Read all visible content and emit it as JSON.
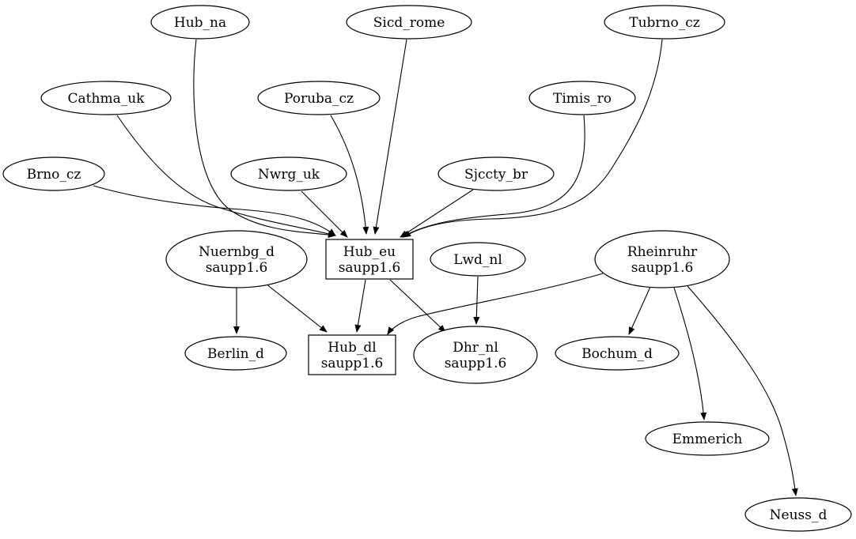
{
  "graph": {
    "nodes": [
      {
        "id": "hub_na",
        "shape": "ellipse",
        "lines": [
          "Hub_na"
        ]
      },
      {
        "id": "sicd_rome",
        "shape": "ellipse",
        "lines": [
          "Sicd_rome"
        ]
      },
      {
        "id": "tubrno_cz",
        "shape": "ellipse",
        "lines": [
          "Tubrno_cz"
        ]
      },
      {
        "id": "cathma_uk",
        "shape": "ellipse",
        "lines": [
          "Cathma_uk"
        ]
      },
      {
        "id": "poruba_cz",
        "shape": "ellipse",
        "lines": [
          "Poruba_cz"
        ]
      },
      {
        "id": "timis_ro",
        "shape": "ellipse",
        "lines": [
          "Timis_ro"
        ]
      },
      {
        "id": "brno_cz",
        "shape": "ellipse",
        "lines": [
          "Brno_cz"
        ]
      },
      {
        "id": "nwrg_uk",
        "shape": "ellipse",
        "lines": [
          "Nwrg_uk"
        ]
      },
      {
        "id": "sjccty_br",
        "shape": "ellipse",
        "lines": [
          "Sjccty_br"
        ]
      },
      {
        "id": "nuernbg_d",
        "shape": "ellipse",
        "lines": [
          "Nuernbg_d",
          "saupp1.6"
        ]
      },
      {
        "id": "hub_eu",
        "shape": "box",
        "lines": [
          "Hub_eu",
          "saupp1.6"
        ]
      },
      {
        "id": "lwd_nl",
        "shape": "ellipse",
        "lines": [
          "Lwd_nl"
        ]
      },
      {
        "id": "rheinruhr",
        "shape": "ellipse",
        "lines": [
          "Rheinruhr",
          "saupp1.6"
        ]
      },
      {
        "id": "berlin_d",
        "shape": "ellipse",
        "lines": [
          "Berlin_d"
        ]
      },
      {
        "id": "hub_dl",
        "shape": "box",
        "lines": [
          "Hub_dl",
          "saupp1.6"
        ]
      },
      {
        "id": "dhr_nl",
        "shape": "ellipse",
        "lines": [
          "Dhr_nl",
          "saupp1.6"
        ]
      },
      {
        "id": "bochum_d",
        "shape": "ellipse",
        "lines": [
          "Bochum_d"
        ]
      },
      {
        "id": "emmerich",
        "shape": "ellipse",
        "lines": [
          "Emmerich"
        ]
      },
      {
        "id": "neuss_d",
        "shape": "ellipse",
        "lines": [
          "Neuss_d"
        ]
      }
    ],
    "edges": [
      {
        "from": "hub_na",
        "to": "hub_eu"
      },
      {
        "from": "sicd_rome",
        "to": "hub_eu"
      },
      {
        "from": "tubrno_cz",
        "to": "hub_eu"
      },
      {
        "from": "cathma_uk",
        "to": "hub_eu"
      },
      {
        "from": "poruba_cz",
        "to": "hub_eu"
      },
      {
        "from": "timis_ro",
        "to": "hub_eu"
      },
      {
        "from": "brno_cz",
        "to": "hub_eu"
      },
      {
        "from": "nwrg_uk",
        "to": "hub_eu"
      },
      {
        "from": "sjccty_br",
        "to": "hub_eu"
      },
      {
        "from": "nuernbg_d",
        "to": "berlin_d"
      },
      {
        "from": "nuernbg_d",
        "to": "hub_dl"
      },
      {
        "from": "hub_eu",
        "to": "hub_dl"
      },
      {
        "from": "hub_eu",
        "to": "dhr_nl"
      },
      {
        "from": "lwd_nl",
        "to": "dhr_nl"
      },
      {
        "from": "rheinruhr",
        "to": "hub_dl"
      },
      {
        "from": "rheinruhr",
        "to": "bochum_d"
      },
      {
        "from": "rheinruhr",
        "to": "emmerich"
      },
      {
        "from": "rheinruhr",
        "to": "neuss_d"
      }
    ]
  }
}
